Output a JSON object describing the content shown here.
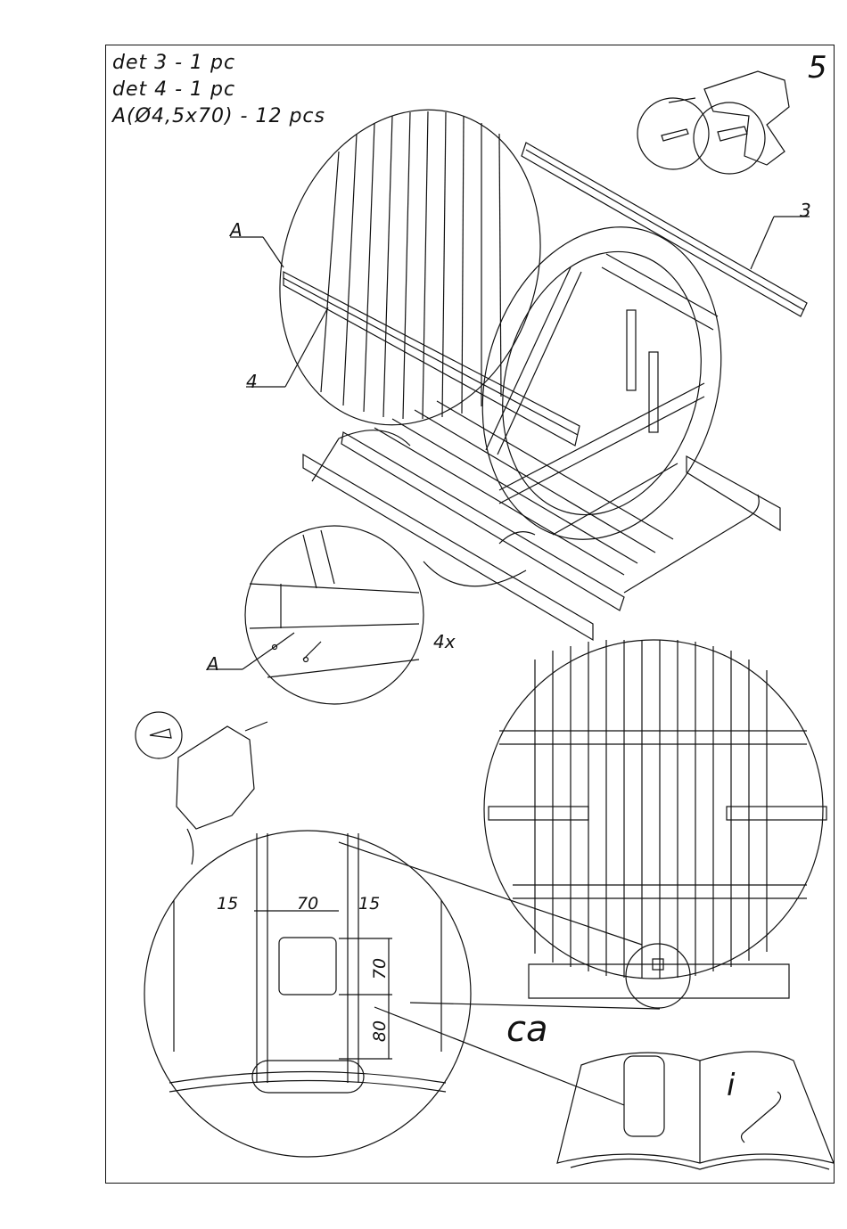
{
  "parts_list": [
    "det 3 - 1 pc",
    "det 4 - 1 pc",
    "A(Ø4,5x70) - 12 pcs"
  ],
  "step_number": "5",
  "callouts": {
    "detail_3": "3",
    "detail_4": "4",
    "screw_a_top": "A",
    "screw_a_bottom": "A",
    "quantity": "4x"
  },
  "dimensions": {
    "left_margin": "15",
    "cutout_width": "70",
    "right_margin": "15",
    "cutout_height": "70",
    "bottom_offset": "80"
  },
  "country_code": "ca",
  "manual_icon_letter": "i",
  "icons": [
    "drill-icon",
    "drill-bit-icon",
    "screwdriver-bit-icon",
    "jigsaw-icon",
    "manual-book-icon",
    "wrench-icon"
  ]
}
